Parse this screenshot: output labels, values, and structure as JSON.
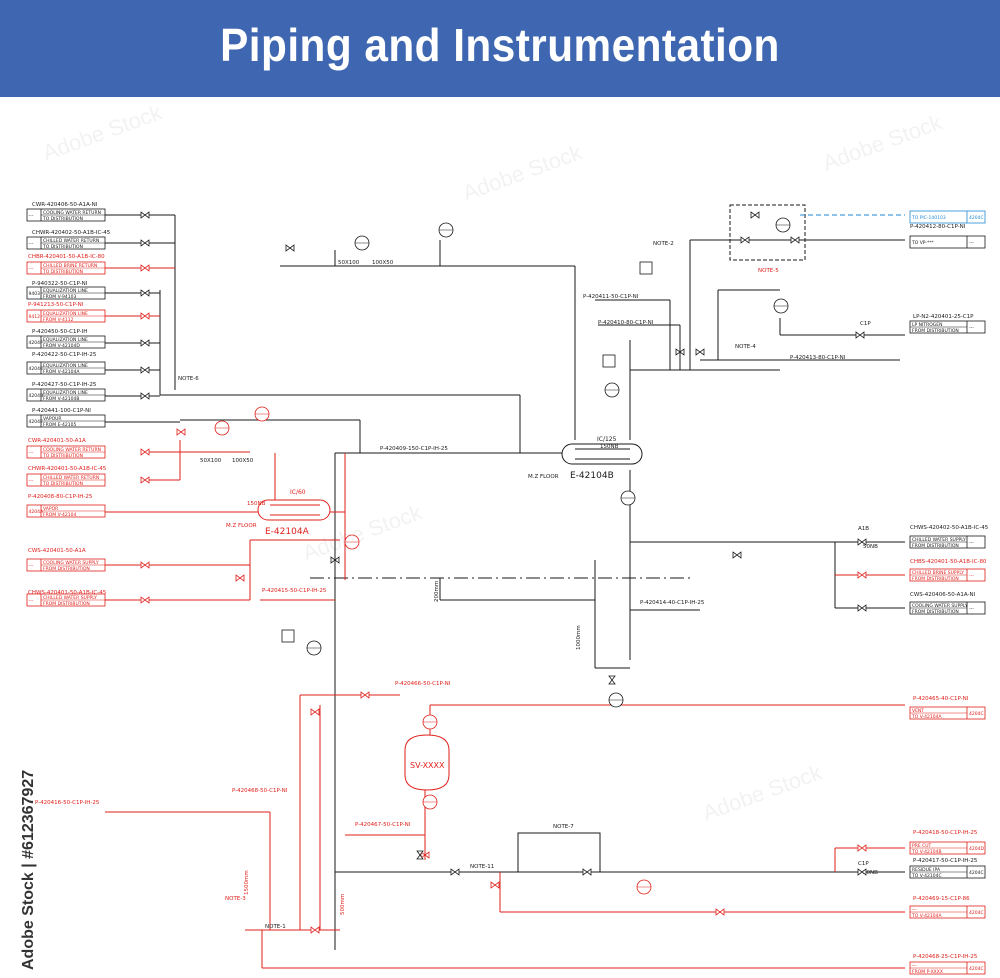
{
  "title": "Piping and Instrumentation",
  "stock_text": "Adobe Stock | #612367927",
  "watermark": "Adobe Stock",
  "colors": {
    "banner": "#3f67b1",
    "black": "#1a1a1a",
    "red": "#e0201b",
    "blue": "#1f8ad6"
  },
  "left_headers_black": [
    "CWR-420406-50-A1A-NI",
    "CHWR-420402-50-A1B-IC-45",
    "P-940322-50-C1P-NI",
    "P-420450-50-C1P-IH",
    "P-420422-50-C1P-IH-25",
    "P-420427-50-C1P-IH-25",
    "P-420441-100-C1P-NI"
  ],
  "left_headers_red": [
    "CHBR-420401-50-A1B-IC-80",
    "P-941213-50-C1P-NI",
    "CWR-420401-50-A1A",
    "CHWR-420401-50-A1B-IC-45",
    "P-420408-80-C1P-IH-25",
    "CWS-420401-50-A1A",
    "CHWS-420401-50-A1B-IC-45"
  ],
  "left_boxes": [
    {
      "tag": "---",
      "l1": "COOLING WATER RETURN",
      "l2": "TO DISTRIBUTION",
      "red": false
    },
    {
      "tag": "---",
      "l1": "CHILLED WATER RETURN",
      "l2": "TO DISTRIBUTION",
      "red": false
    },
    {
      "tag": "---",
      "l1": "CHILLED BRINE RETURN",
      "l2": "TO DISTRIBUTION",
      "red": true
    },
    {
      "tag": "9403",
      "l1": "EQUALIZATION LINE",
      "l2": "FROM V-94103",
      "red": false
    },
    {
      "tag": "9412",
      "l1": "EQUALIZATION LINE",
      "l2": "FROM V-4112",
      "red": true
    },
    {
      "tag": "4204F",
      "l1": "EQUALIZATION LINE",
      "l2": "FROM V-42104D",
      "red": false
    },
    {
      "tag": "4204C",
      "l1": "EQUALIZATION LINE",
      "l2": "FROM V-42104A",
      "red": false
    },
    {
      "tag": "4204D",
      "l1": "EQUALIZATION LINE",
      "l2": "FROM V-42104B",
      "red": false
    },
    {
      "tag": "4204E",
      "l1": "VAPOUR",
      "l2": "FROM E-42105",
      "red": false
    },
    {
      "tag": "---",
      "l1": "COOLING WATER RETURN",
      "l2": "TO DISTRIBUTION",
      "red": true
    },
    {
      "tag": "---",
      "l1": "CHILLED WATER RETURN",
      "l2": "TO DISTRIBUTION",
      "red": true
    },
    {
      "tag": "4204A",
      "l1": "VAPOR",
      "l2": "FROM V-42104",
      "red": true
    },
    {
      "tag": "---",
      "l1": "COOLING WATER SUPPLY",
      "l2": "FROM DISTRIBUTION",
      "red": true
    },
    {
      "tag": "---",
      "l1": "CHILLED WATER SUPPLY",
      "l2": "FROM DISTRIBUTION",
      "red": true
    }
  ],
  "right_boxes": [
    {
      "l1": "TO PIC-140103",
      "l2": "",
      "tag": "4204C",
      "color": "blue"
    },
    {
      "l1": "P-420412-80-C1P-NI",
      "l2": "",
      "tag": "",
      "color": "black"
    },
    {
      "l1": "TO VP-***",
      "l2": "",
      "tag": "---",
      "color": "black"
    },
    {
      "l1": "LP NITROGEN",
      "l2": "FROM DISTRIBUTION",
      "tag": "---",
      "color": "black"
    },
    {
      "l1": "CHILLED WATER SUPPLY",
      "l2": "FROM DISTRIBUTION",
      "tag": "---",
      "color": "black"
    },
    {
      "l1": "CHILLED BRINE SUPPLY",
      "l2": "FROM DISTRIBUTION",
      "tag": "---",
      "color": "red"
    },
    {
      "l1": "COOLING WATER SUPPLY",
      "l2": "FROM DISTRIBUTION",
      "tag": "---",
      "color": "black"
    },
    {
      "l1": "VENT",
      "l2": "TO V-42104A",
      "tag": "4204C",
      "color": "red"
    },
    {
      "l1": "PRE CUT",
      "l2": "TO V-42104B",
      "tag": "4204D",
      "color": "red"
    },
    {
      "l1": "RESIDUE IPA",
      "l2": "TO V-42104C",
      "tag": "4204C",
      "color": "black"
    },
    {
      "l1": "---",
      "l2": "TO V-42104A",
      "tag": "4204C",
      "color": "red"
    },
    {
      "l1": "---",
      "l2": "FROM P-XXXX",
      "tag": "4204C",
      "color": "red"
    }
  ],
  "equipment": {
    "e_b": "E-42104B",
    "e_a": "E-42104A",
    "sv": "SV-XXXX"
  },
  "line_labels": [
    {
      "text": "P-420409-150-C1P-IH-25",
      "red": false
    },
    {
      "text": "P-420411-50-C1P-NI",
      "red": false
    },
    {
      "text": "P-420410-80-C1P-NI",
      "red": false
    },
    {
      "text": "P-420413-80-C1P-NI",
      "red": false
    },
    {
      "text": "LP-N2-420401-25-C1P",
      "red": false
    },
    {
      "text": "P-420414-40-C1P-IH-25",
      "red": false
    },
    {
      "text": "P-420415-50-C1P-IH-25",
      "red": true
    },
    {
      "text": "P-420466-50-C1P-NI",
      "red": true
    },
    {
      "text": "P-420465-40-C1P-NI",
      "red": true
    },
    {
      "text": "P-420468-50-C1P-NI",
      "red": true
    },
    {
      "text": "P-420467-50-C1P-NI",
      "red": true
    },
    {
      "text": "P-420416-50-C1P-IH-25",
      "red": true
    },
    {
      "text": "P-420418-50-C1P-IH-25",
      "red": true
    },
    {
      "text": "P-420417-50-C1P-IH-25",
      "red": false
    },
    {
      "text": "P-420469-15-C1P-86",
      "red": true
    },
    {
      "text": "P-420468-25-C1P-IH-25",
      "red": true
    },
    {
      "text": "CHWS-420402-50-A1B-IC-45",
      "red": false
    },
    {
      "text": "CHBS-420401-50-A1B-IC-80",
      "red": true
    },
    {
      "text": "CWS-420406-50-A1A-NI",
      "red": false
    }
  ],
  "notes": [
    "NOTE-6",
    "NOTE-2",
    "NOTE-5",
    "NOTE-4",
    "NOTE-7",
    "NOTE-11",
    "NOTE-3",
    "NOTE-1"
  ],
  "misc": {
    "m_floor": "M.Z FLOOR",
    "reducer": "50X100",
    "reducer2": "100X50",
    "dim1": "1000mm",
    "dim2": "200mm",
    "dim3": "1500mm",
    "dim4": "500mm",
    "size1": "150NB",
    "size2": "50NB",
    "spec": "C1P",
    "spec2": "A1B",
    "nozzle_ic": "IC/125",
    "nozzle_ic2": "IC/60"
  }
}
